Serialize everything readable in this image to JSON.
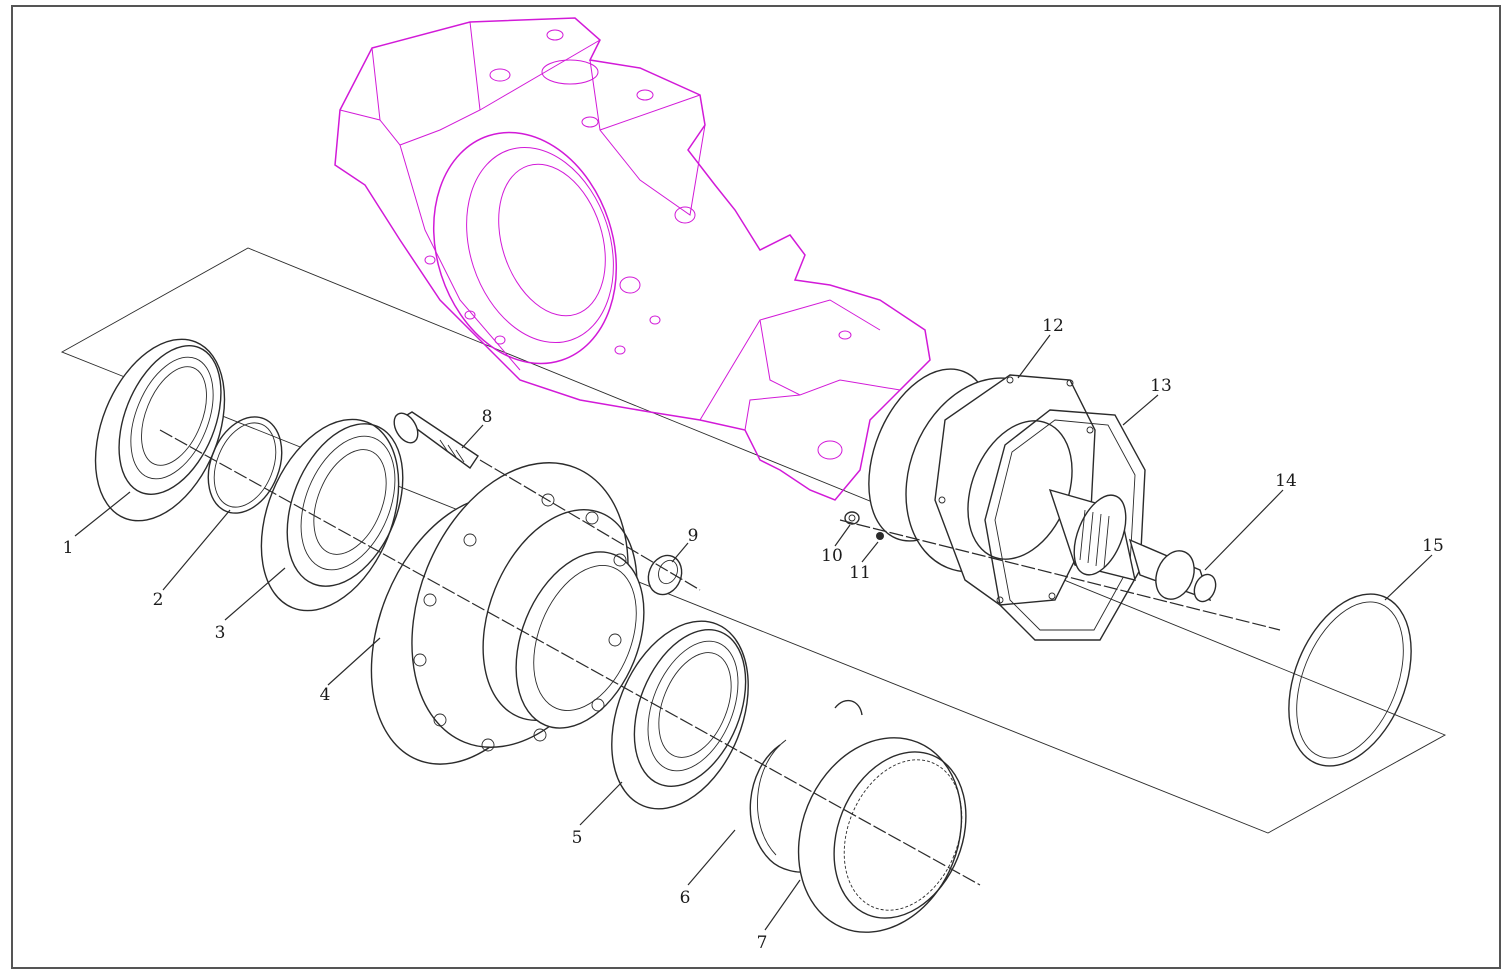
{
  "callouts": [
    {
      "id": "1",
      "label": "1"
    },
    {
      "id": "2",
      "label": "2"
    },
    {
      "id": "3",
      "label": "3"
    },
    {
      "id": "4",
      "label": "4"
    },
    {
      "id": "5",
      "label": "5"
    },
    {
      "id": "6",
      "label": "6"
    },
    {
      "id": "7",
      "label": "7"
    },
    {
      "id": "8",
      "label": "8"
    },
    {
      "id": "9",
      "label": "9"
    },
    {
      "id": "10",
      "label": "10"
    },
    {
      "id": "11",
      "label": "11"
    },
    {
      "id": "12",
      "label": "12"
    },
    {
      "id": "13",
      "label": "13"
    },
    {
      "id": "14",
      "label": "14"
    },
    {
      "id": "15",
      "label": "15"
    }
  ],
  "colors": {
    "housing_outline": "#d21ad8",
    "parts_outline": "#2b2b2b",
    "background": "#ffffff"
  }
}
